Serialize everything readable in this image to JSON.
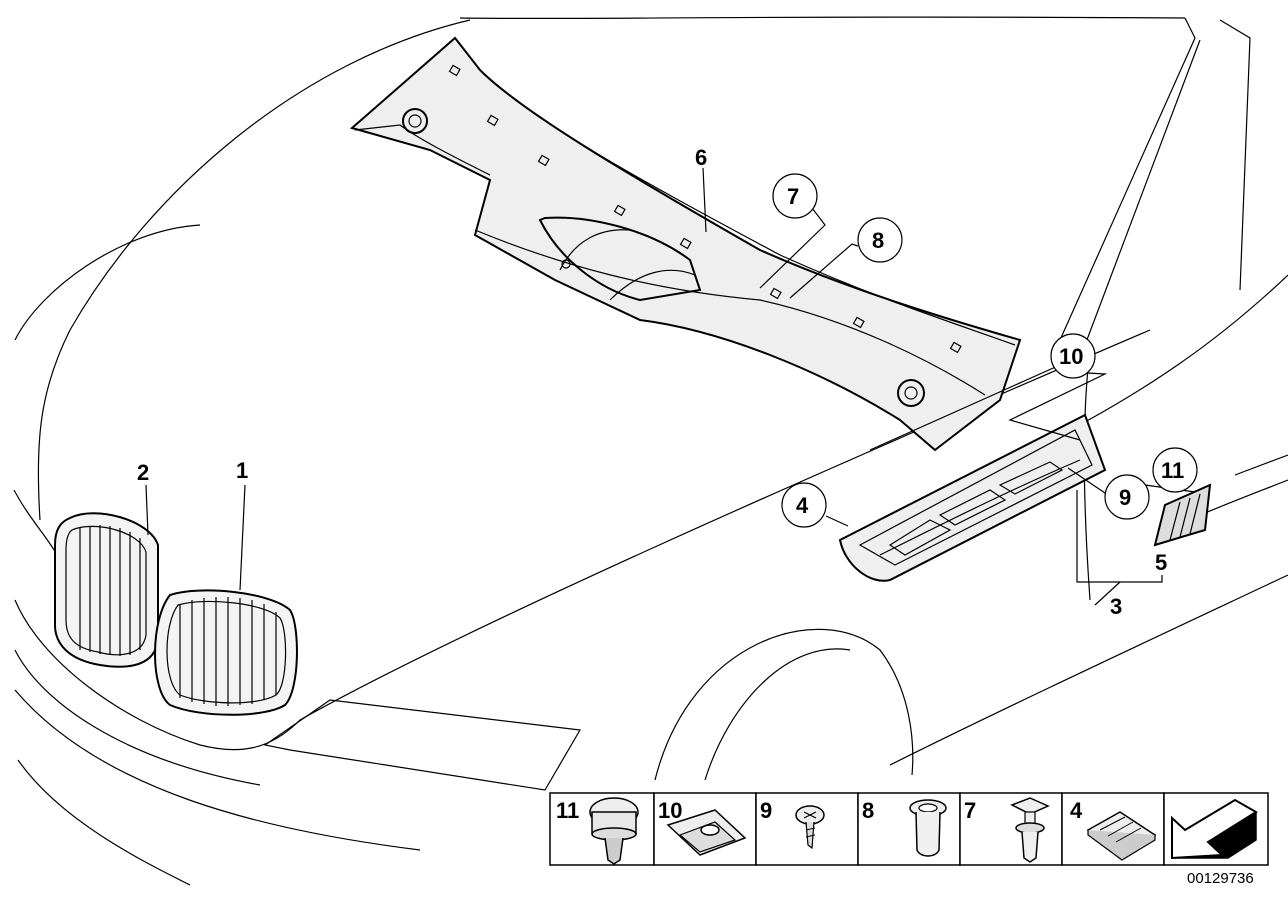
{
  "callouts": {
    "c1": "1",
    "c2": "2",
    "c3": "3",
    "c4": "4",
    "c5": "5",
    "c6": "6",
    "c7": "7",
    "c8": "8",
    "c9": "9",
    "c10": "10",
    "c11": "11"
  },
  "legend": {
    "items": [
      {
        "number": "11",
        "icon": "expanding-rivet-icon"
      },
      {
        "number": "10",
        "icon": "clip-nut-icon"
      },
      {
        "number": "9",
        "icon": "screw-icon"
      },
      {
        "number": "8",
        "icon": "grommet-icon"
      },
      {
        "number": "7",
        "icon": "push-clip-icon"
      },
      {
        "number": "4",
        "icon": "tape-pad-icon"
      },
      {
        "number": "",
        "icon": "arrow-icon"
      }
    ]
  },
  "diagram_id": "00129736"
}
